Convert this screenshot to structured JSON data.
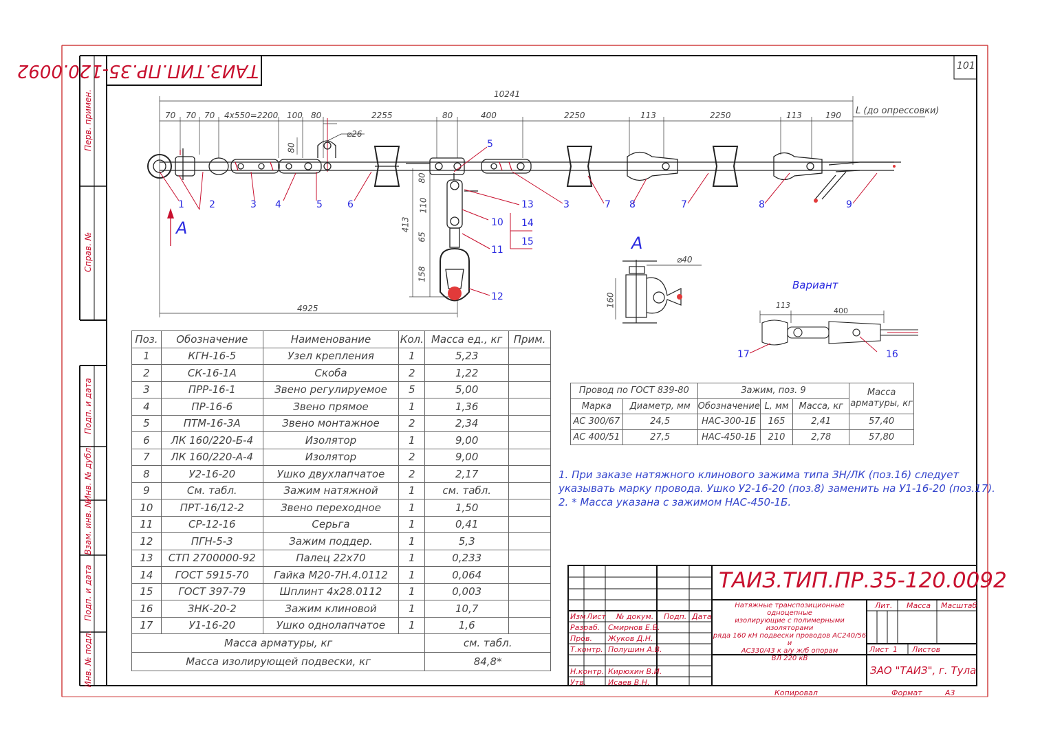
{
  "sheet_number": "101",
  "mirror_stamp": "ТАИЗ.ТИП.ПР.35-120.0092",
  "side_labels": [
    "Перв. примен.",
    "Справ. №",
    "Подп. и дата",
    "Инв. № дубл.",
    "Взам. инв. №",
    "Подп. и дата",
    "Инв. № подл."
  ],
  "dimensions": {
    "total": "10241",
    "l_label": "L (до опрессовки)",
    "row": [
      "70",
      "70",
      "70",
      "4x550=2200",
      "100",
      "80",
      "2255",
      "80",
      "400",
      "2250",
      "113",
      "2250",
      "113",
      "190"
    ],
    "v80": "80",
    "dia26": "⌀26",
    "v80b": "80",
    "v110": "110",
    "v413": "413",
    "v65": "65",
    "v158": "158",
    "h4925": "4925"
  },
  "callouts": {
    "bottom_row": [
      "1",
      "2",
      "3",
      "4",
      "5",
      "6",
      "13",
      "3",
      "7",
      "8",
      "7",
      "8",
      "9"
    ],
    "top5": "5",
    "c10": "10",
    "c11": "11",
    "c12": "12",
    "c14": "14",
    "c15": "15"
  },
  "view_a": {
    "arrow_label": "A",
    "title": "А",
    "dia40": "⌀40",
    "h160": "160"
  },
  "variant": {
    "title": "Вариант",
    "d113": "113",
    "d400": "400",
    "c17": "17",
    "c16": "16"
  },
  "parts_table": {
    "headers": [
      "Поз.",
      "Обозначение",
      "Наименование",
      "Кол.",
      "Масса ед., кг",
      "Прим."
    ],
    "rows": [
      [
        "1",
        "КГН-16-5",
        "Узел крепления",
        "1",
        "5,23",
        ""
      ],
      [
        "2",
        "СК-16-1А",
        "Скоба",
        "2",
        "1,22",
        ""
      ],
      [
        "3",
        "ПРР-16-1",
        "Звено регулируемое",
        "5",
        "5,00",
        ""
      ],
      [
        "4",
        "ПР-16-6",
        "Звено прямое",
        "1",
        "1,36",
        ""
      ],
      [
        "5",
        "ПТМ-16-3А",
        "Звено монтажное",
        "2",
        "2,34",
        ""
      ],
      [
        "6",
        "ЛК 160/220-Б-4",
        "Изолятор",
        "1",
        "9,00",
        ""
      ],
      [
        "7",
        "ЛК 160/220-А-4",
        "Изолятор",
        "2",
        "9,00",
        ""
      ],
      [
        "8",
        "У2-16-20",
        "Ушко двухлапчатое",
        "2",
        "2,17",
        ""
      ],
      [
        "9",
        "См. табл.",
        "Зажим натяжной",
        "1",
        "см. табл.",
        ""
      ],
      [
        "10",
        "ПРТ-16/12-2",
        "Звено переходное",
        "1",
        "1,50",
        ""
      ],
      [
        "11",
        "СР-12-16",
        "Серьга",
        "1",
        "0,41",
        ""
      ],
      [
        "12",
        "ПГН-5-3",
        "Зажим поддер.",
        "1",
        "5,3",
        ""
      ],
      [
        "13",
        "СТП 2700000-92",
        "Палец 22x70",
        "1",
        "0,233",
        ""
      ],
      [
        "14",
        "ГОСТ 5915-70",
        "Гайка М20-7Н.4.0112",
        "1",
        "0,064",
        ""
      ],
      [
        "15",
        "ГОСТ 397-79",
        "Шплинт 4x28.0112",
        "1",
        "0,003",
        ""
      ],
      [
        "16",
        "ЗНК-20-2",
        "Зажим клиновой",
        "1",
        "10,7",
        ""
      ],
      [
        "17",
        "У1-16-20",
        "Ушко однолапчатое",
        "1",
        "1,6",
        ""
      ]
    ],
    "footer": [
      {
        "label": "Масса арматуры, кг",
        "value": "см. табл."
      },
      {
        "label": "Масса изолирующей подвески, кг",
        "value": "84,8*"
      }
    ]
  },
  "wire_table": {
    "group1": "Провод по ГОСТ 839-80",
    "group2": "Зажим, поз. 9",
    "group3": "Масса арматуры, кг",
    "sub": [
      "Марка",
      "Диаметр, мм",
      "Обозначение",
      "L, мм",
      "Масса, кг"
    ],
    "rows": [
      [
        "АС 300/67",
        "24,5",
        "НАС-300-1Б",
        "165",
        "2,41",
        "57,40"
      ],
      [
        "АС 400/51",
        "27,5",
        "НАС-450-1Б",
        "210",
        "2,78",
        "57,80"
      ]
    ]
  },
  "notes": [
    "1. При заказе натяжного клинового зажима типа ЗН/ЛК (поз.16) следует",
    "указывать марку провода. Ушко У2-16-20 (поз.8) заменить на У1-16-20 (поз.17).",
    "2. * Масса указана с зажимом НАС-450-1Б."
  ],
  "title_block": {
    "code": "ТАИЗ.ТИП.ПР.35-120.0092",
    "desc": [
      "Натяжные транспозиционные одноцепные",
      "изолирующие с полимерными изоляторами",
      "ряда 160 кН подвески проводов АС240/56 и",
      "АС330/43 к а/у ж/б опорам",
      "ВЛ 220 кВ"
    ],
    "head": [
      "Изм",
      "Лист",
      "№ докум.",
      "Подп.",
      "Дата"
    ],
    "roles": [
      {
        "role": "Разраб.",
        "name": "Смирнов Е.В."
      },
      {
        "role": "Пров.",
        "name": "Жуков Д.Н."
      },
      {
        "role": "Т.контр.",
        "name": "Полушин А.В."
      },
      {
        "role": "Н.контр.",
        "name": "Кирюхин В.И."
      },
      {
        "role": "Утв.",
        "name": "Исаев В.Н."
      }
    ],
    "lit": "Лит.",
    "mass": "Масса",
    "scale": "Масштаб",
    "sheet": "Лист",
    "sheet_no": "1",
    "sheets": "Листов",
    "company": "ЗАО \"ТАИЗ\", г. Тула",
    "copied": "Копировал",
    "format": "Формат",
    "format_value": "А3"
  }
}
